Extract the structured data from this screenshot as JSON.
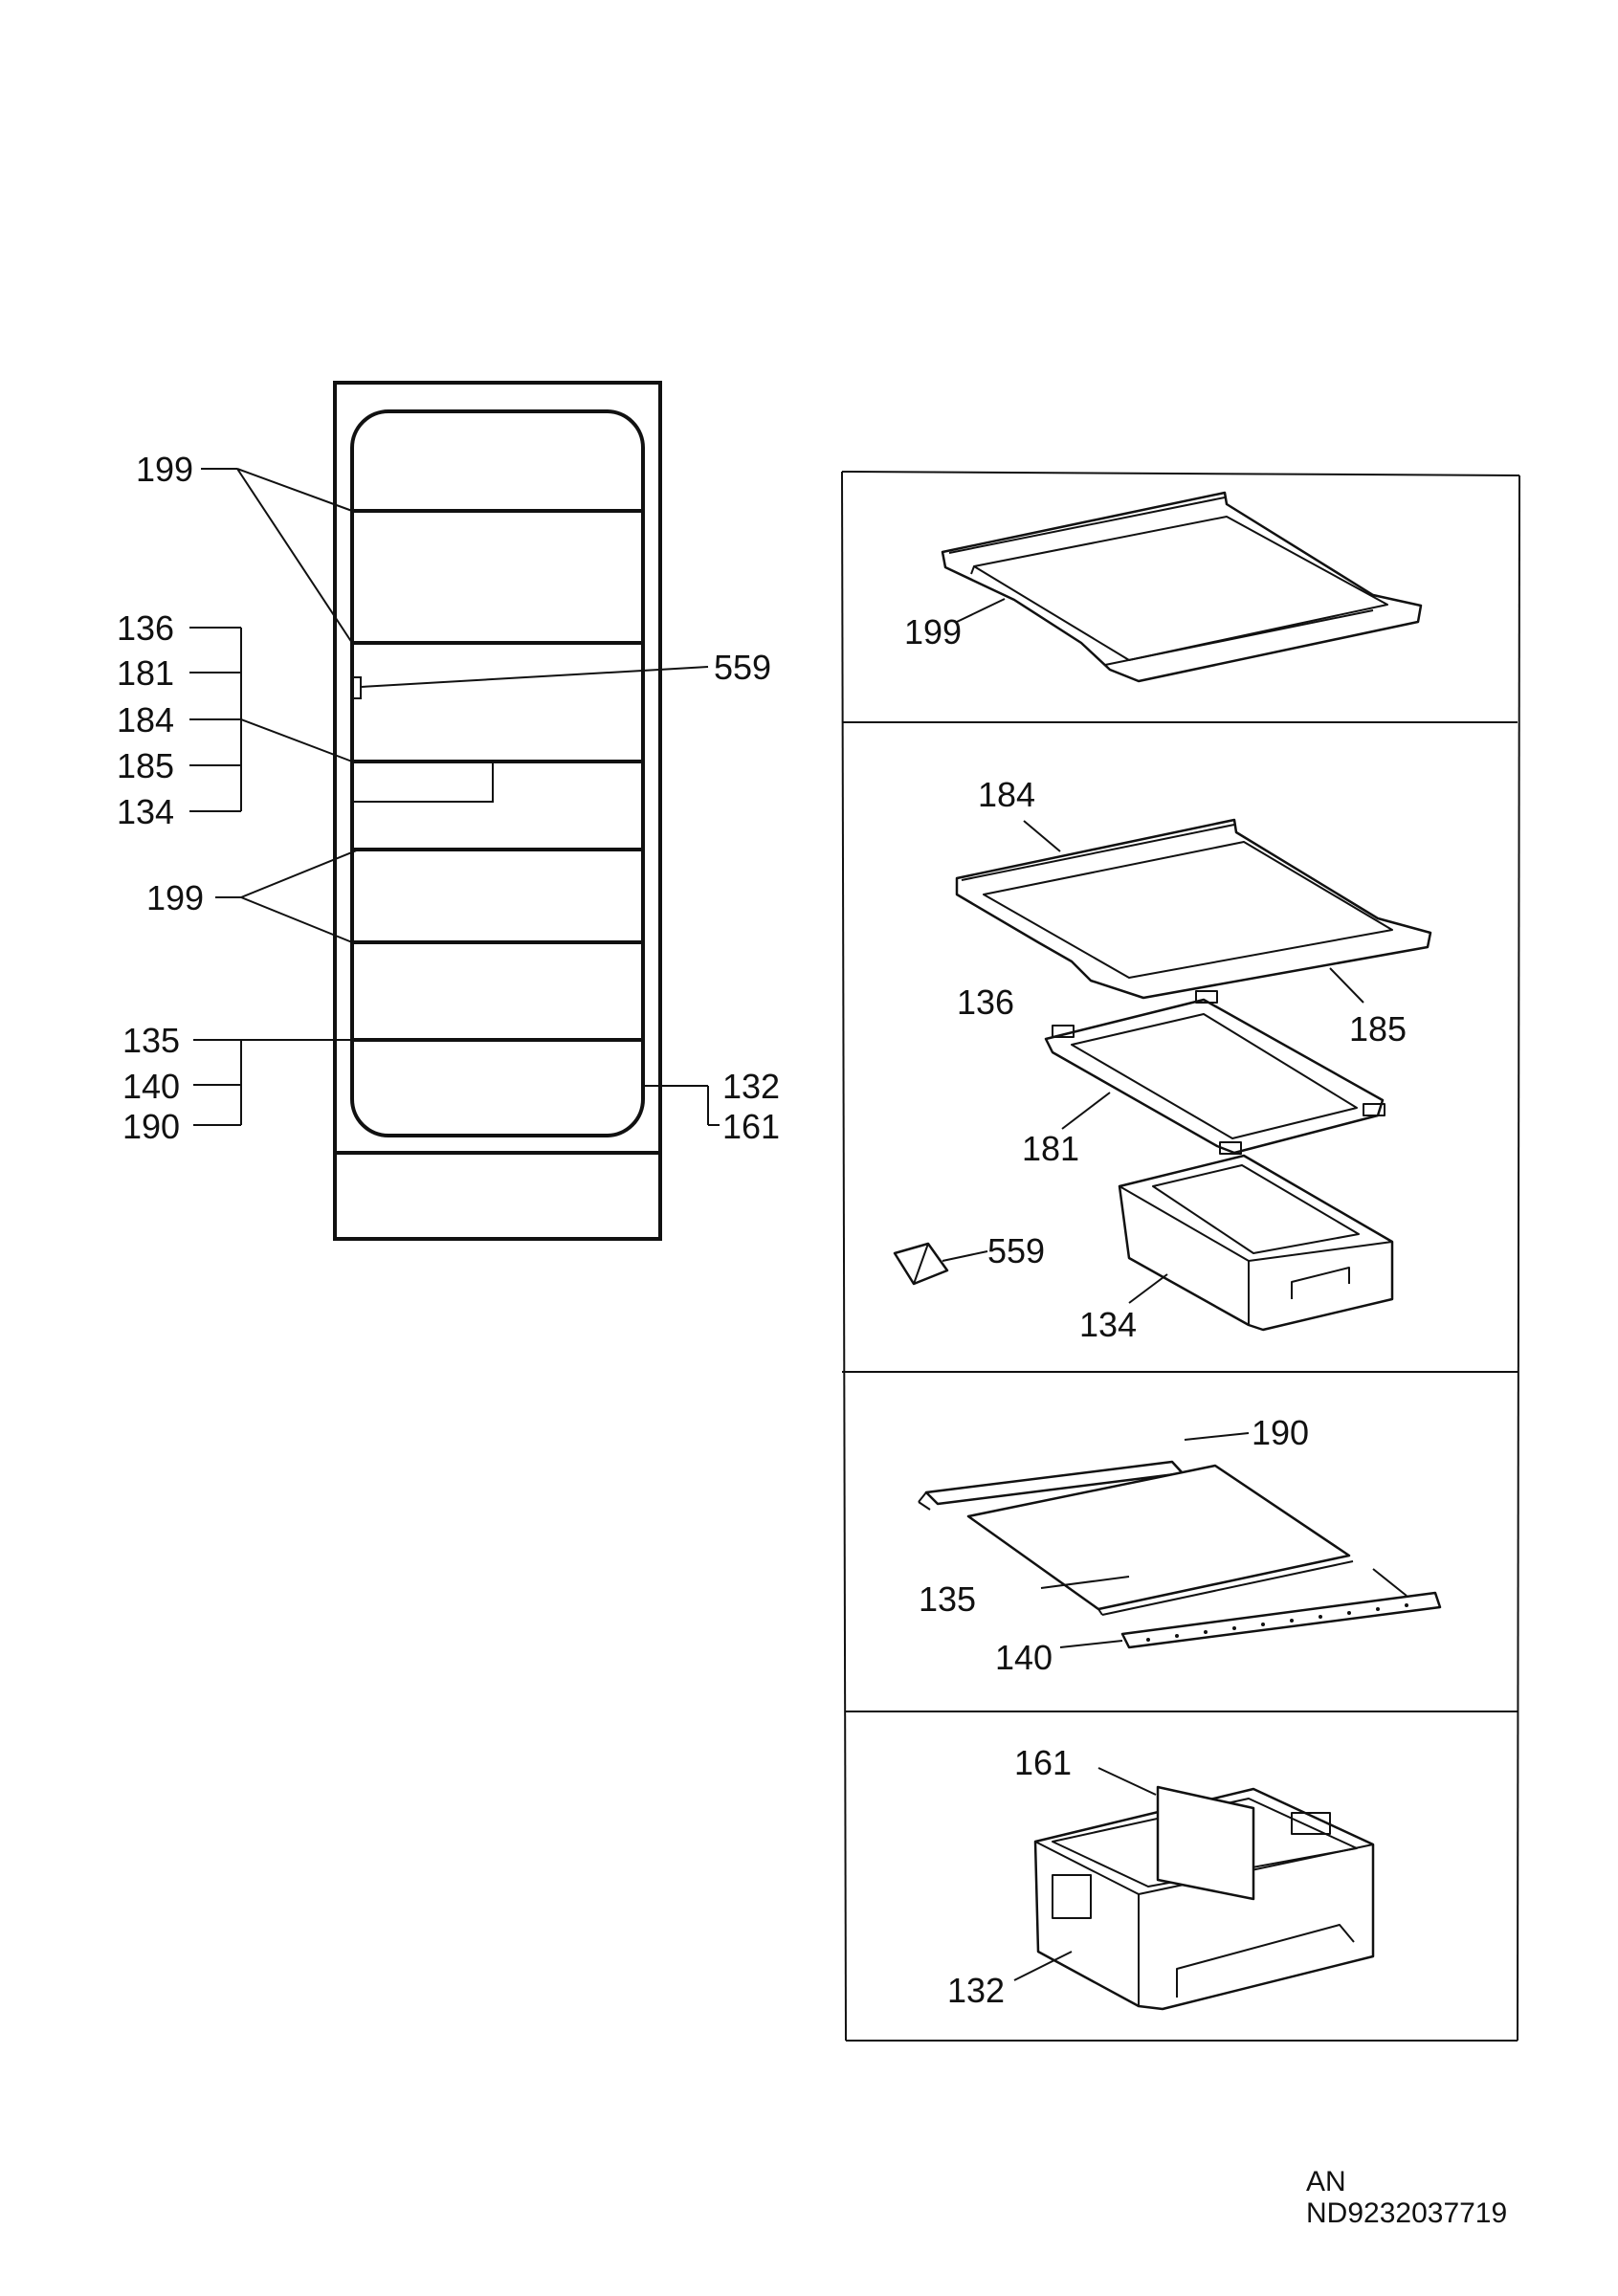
{
  "labels": {
    "left_199_top": "199",
    "left_136": "136",
    "left_181": "181",
    "left_184": "184",
    "left_185": "185",
    "left_134": "134",
    "left_559": "559",
    "left_199_mid": "199",
    "left_135": "135",
    "left_140": "140",
    "left_190": "190",
    "left_132": "132",
    "left_161": "161",
    "p1_199": "199",
    "p2_184": "184",
    "p2_136": "136",
    "p2_185": "185",
    "p2_181": "181",
    "p2_559": "559",
    "p2_134": "134",
    "p3_190": "190",
    "p3_135": "135",
    "p3_140": "140",
    "p4_161": "161",
    "p4_132": "132"
  },
  "code": {
    "line1": "AN",
    "line2": "ND9232037719"
  }
}
